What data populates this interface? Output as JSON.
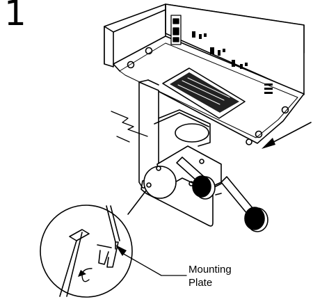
{
  "step": {
    "number": "1"
  },
  "callout": {
    "line1": "Mounting",
    "line2": "Plate"
  }
}
